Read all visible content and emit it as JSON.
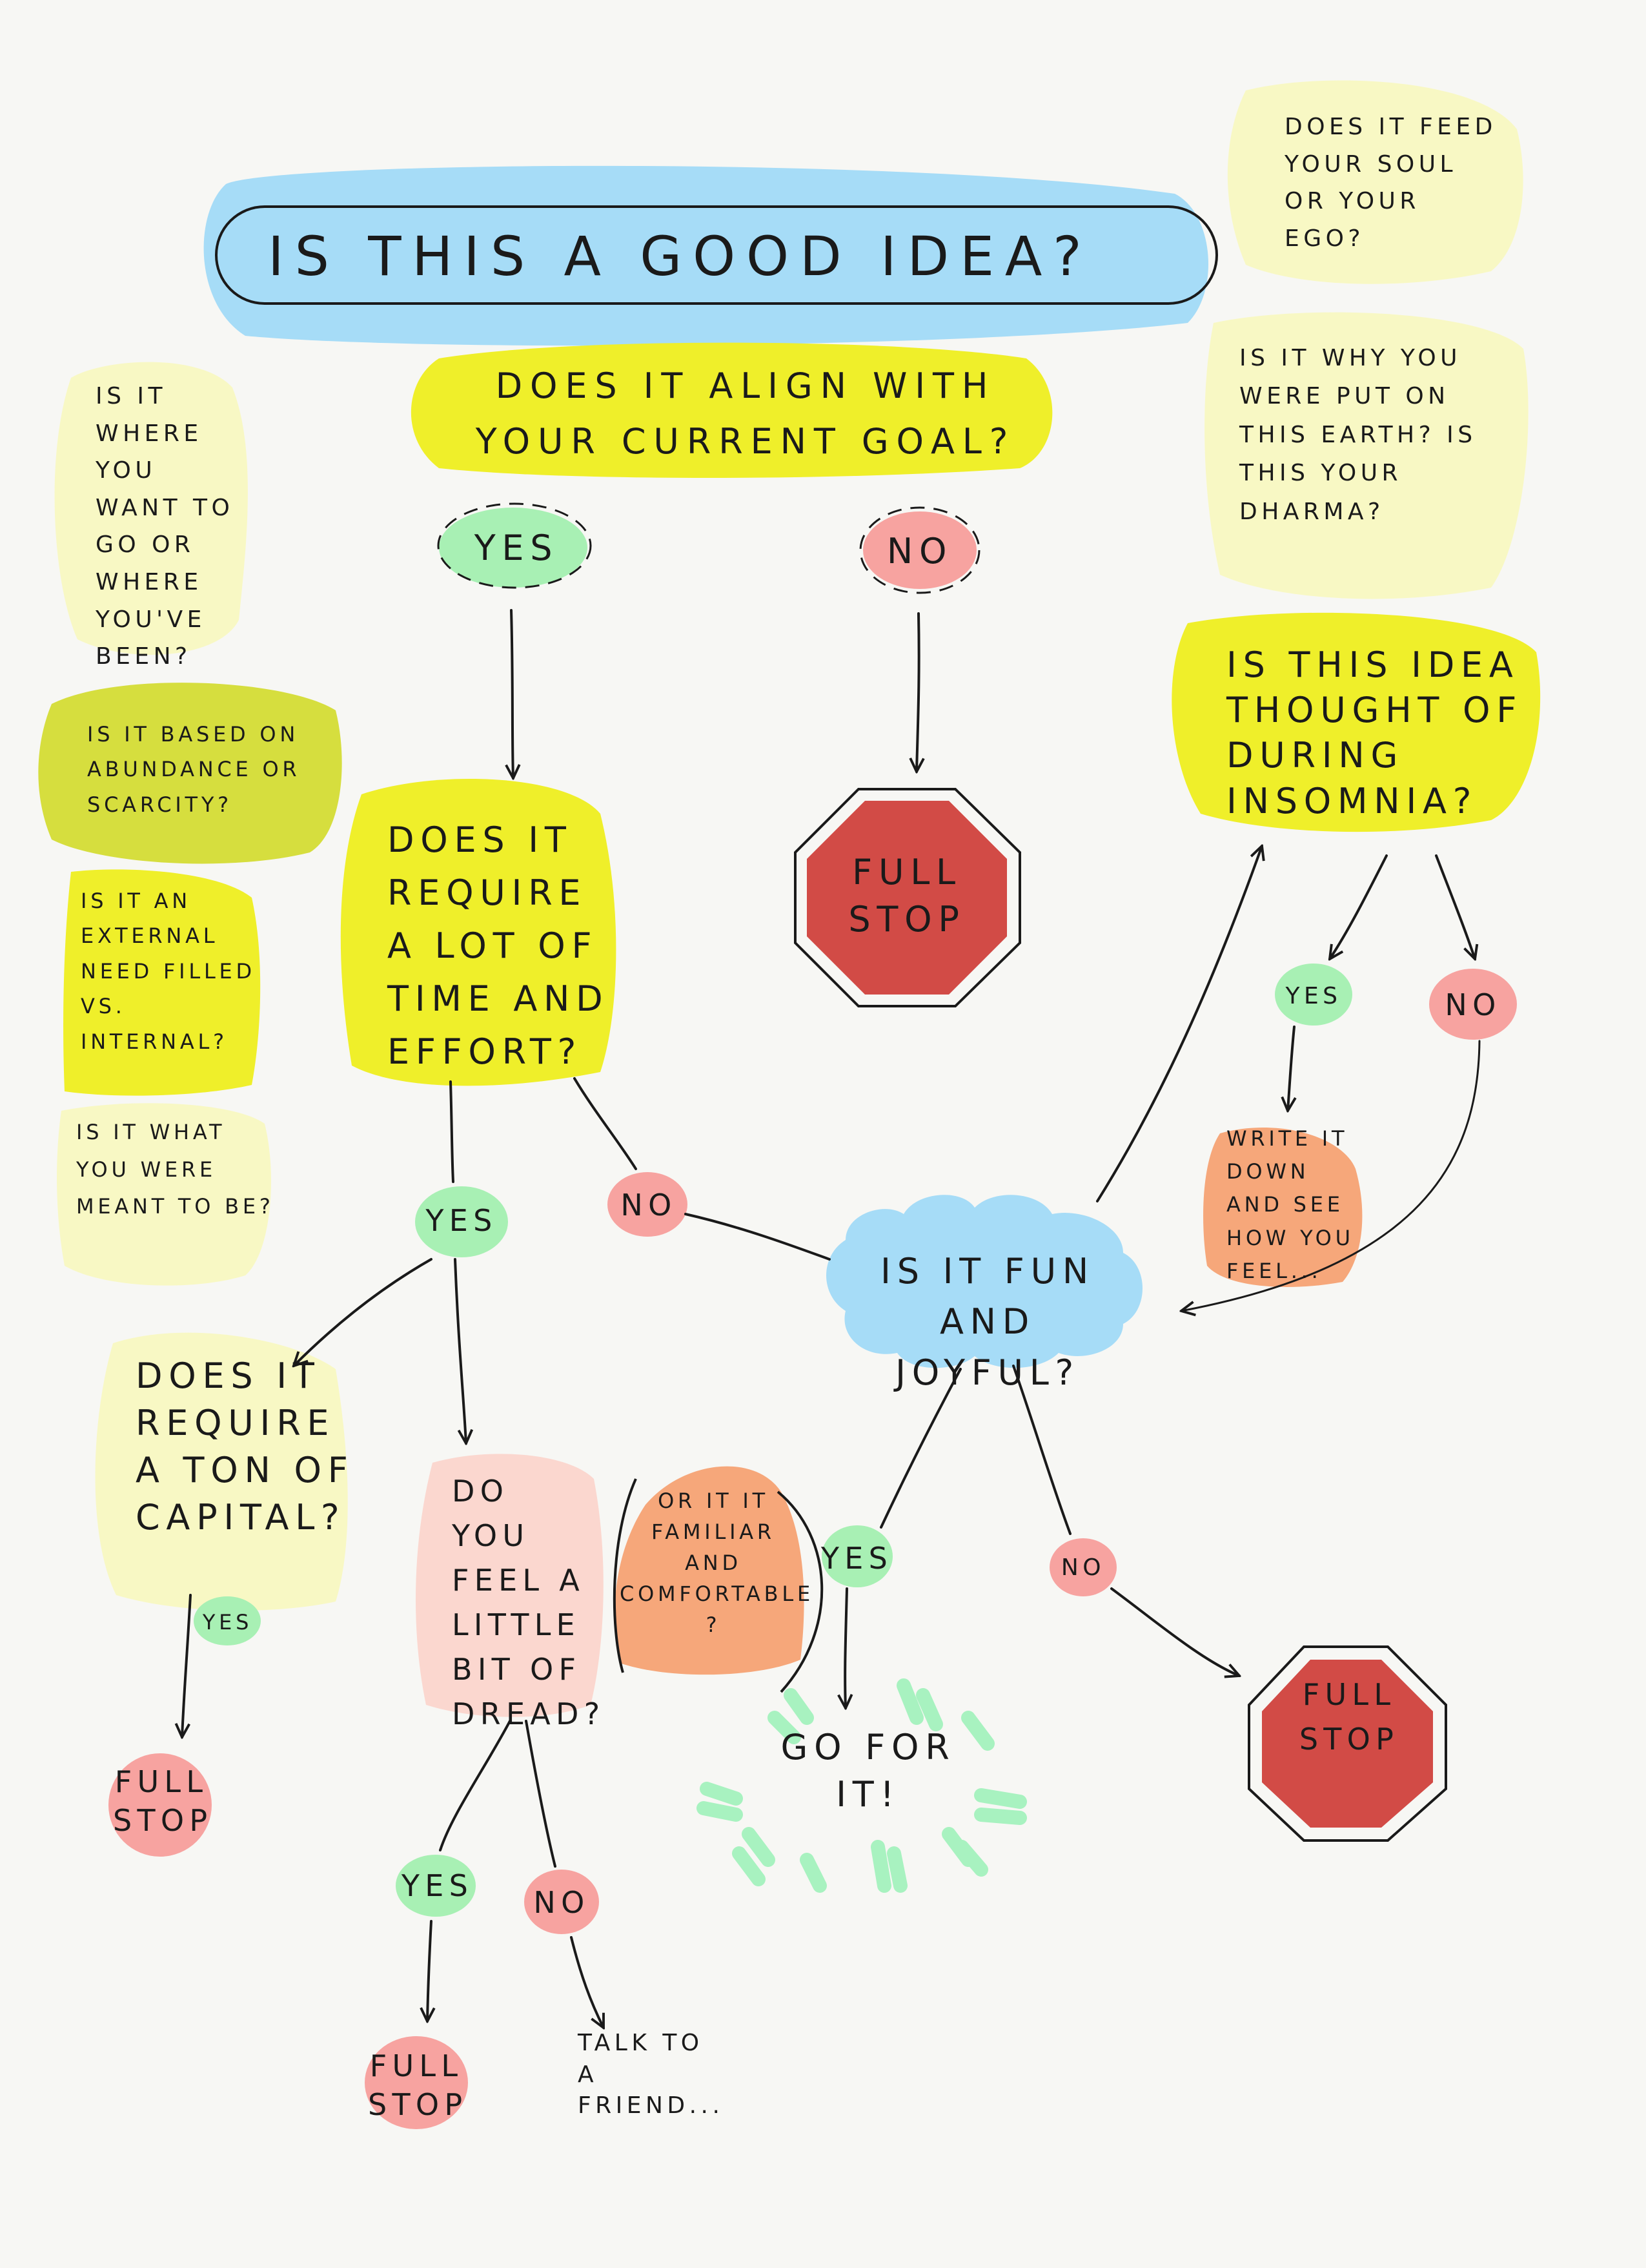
{
  "title": "IS THIS A GOOD IDEA?",
  "q_align": "DOES IT ALIGN WITH YOUR CURRENT GOAL?",
  "yes_top": "YES",
  "no_top": "NO",
  "stop_top": "FULL STOP",
  "q_time": "DOES IT REQUIRE A LOT OF TIME AND EFFORT?",
  "yes_time": "YES",
  "no_time": "NO",
  "q_fun": "IS IT FUN AND JOYFUL?",
  "yes_fun": "YES",
  "no_fun": "NO",
  "stop_fun": "FULL STOP",
  "go_for_it": "GO FOR IT!",
  "q_capital": "DOES IT REQUIRE A TON OF CAPITAL?",
  "yes_capital": "YES",
  "stop_capital": "FULL STOP",
  "q_dread": "DO YOU FEEL A LITTLE BIT OF DREAD?",
  "q_familiar": "OR IT IT FAMILIAR AND COMFORTABLE ?",
  "yes_dread": "YES",
  "no_dread": "NO",
  "stop_dread": "FULL STOP",
  "talk_friend": "TALK TO A FRIEND...",
  "q_insomnia": "IS THIS IDEA THOUGHT OF DURING INSOMNIA?",
  "yes_insomnia": "YES",
  "no_insomnia": "NO",
  "write_down": "WRITE IT DOWN AND SEE HOW YOU FEEL...",
  "side_soul": "DOES IT FEED YOUR SOUL OR YOUR EGO?",
  "side_earth": "IS IT WHY YOU WERE PUT ON THIS EARTH? IS THIS YOUR DHARMA?",
  "side_where": "IS IT WHERE YOU WANT TO GO OR WHERE YOU'VE BEEN?",
  "side_abundance": "IS IT BASED ON ABUNDANCE OR SCARCITY?",
  "side_external": "IS IT AN EXTERNAL NEED FILLED VS. INTERNAL?",
  "side_meant": "IS IT WHAT YOU WERE MEANT TO BE?",
  "colors": {
    "background": "#f7f7f4",
    "title_blue": "#a6dcf7",
    "question_yellow": "#efef2a",
    "yes_green": "#a8f0b4",
    "no_pink": "#f7a3a0",
    "stop_red": "#d24b46",
    "olive": "#d6de3e",
    "pale_yellow": "#f8f8c4",
    "orange": "#f6a77a",
    "peach": "#fbd7cf",
    "go_green": "#a8f2c0",
    "line": "#1a1a1a"
  }
}
